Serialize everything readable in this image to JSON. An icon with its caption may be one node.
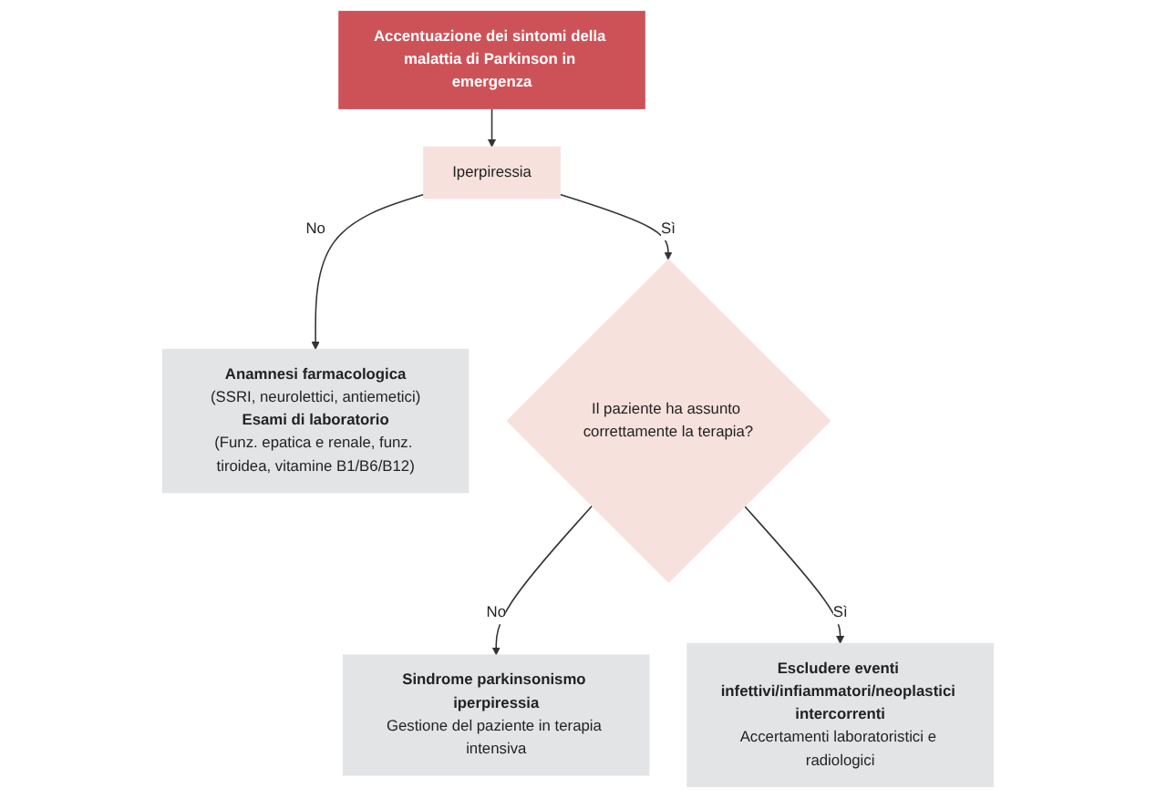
{
  "diagram": {
    "nodes": [
      {
        "text": [
          "Accentuazione dei sintomi della malattia di Parkinson in emergenza"
        ]
      },
      {
        "text": [
          "Iperpiressia"
        ]
      },
      {
        "text": [
          "Anamnesi farmacologica",
          "(SSRI, neurolettici, antiemetici)",
          "Esami di laboratorio",
          "(Funz. epatica e renale, funz. tiroidea, vitamine B1/B6/B12)"
        ]
      },
      {
        "text": [
          "Il paziente ha assunto correttamente la terapia?"
        ]
      },
      {
        "text": [
          "Sindrome parkinsonismo iperpiressia",
          "Gestione del paziente in terapia intensiva"
        ]
      },
      {
        "text": [
          "Escludere eventi infettivi/infiammatori/neoplastici intercorrenti",
          "Accertamenti laboratoristici e radiologici"
        ]
      }
    ],
    "edges": [
      {
        "from": 0,
        "to": 1,
        "arrow": "to"
      },
      {
        "from": 1,
        "to": 2,
        "label": "No",
        "arrow": "to"
      },
      {
        "from": 1,
        "to": 3,
        "label": "Sì",
        "arrow": "to"
      },
      {
        "from": 3,
        "to": 4,
        "label": "No",
        "arrow": "to"
      },
      {
        "from": 3,
        "to": 5,
        "label": "Sì",
        "arrow": "to"
      }
    ]
  }
}
